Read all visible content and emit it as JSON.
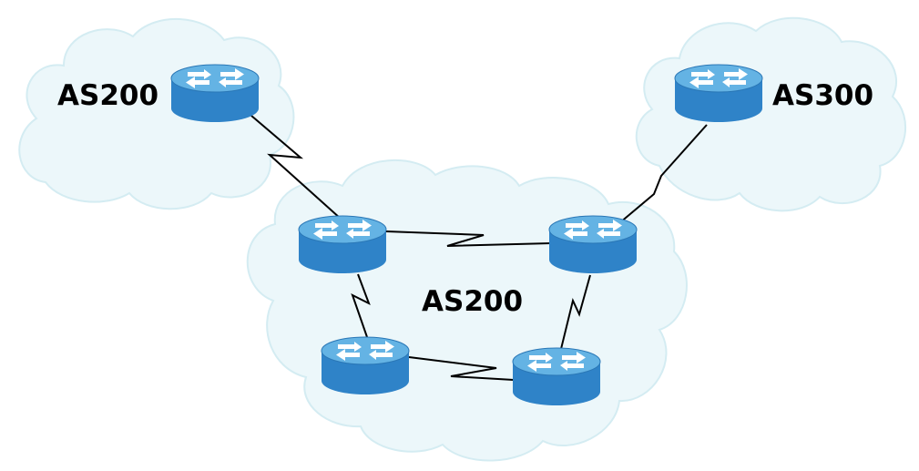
{
  "diagram": {
    "clouds": [
      {
        "id": "left-top",
        "label": "AS200"
      },
      {
        "id": "right-top",
        "label": "AS300"
      },
      {
        "id": "center",
        "label": "AS200"
      }
    ],
    "routers": [
      {
        "id": "r-as200-edge",
        "icon": "router-icon"
      },
      {
        "id": "r-as300-edge",
        "icon": "router-icon"
      },
      {
        "id": "r-core-top-left",
        "icon": "router-icon"
      },
      {
        "id": "r-core-top-right",
        "icon": "router-icon"
      },
      {
        "id": "r-core-bottom-left",
        "icon": "router-icon"
      },
      {
        "id": "r-core-bottom-right",
        "icon": "router-icon"
      }
    ],
    "links": [
      {
        "from": "r-as200-edge",
        "to": "r-core-top-left",
        "type": "serial"
      },
      {
        "from": "r-as300-edge",
        "to": "r-core-top-right",
        "type": "serial"
      },
      {
        "from": "r-core-top-left",
        "to": "r-core-top-right",
        "type": "serial"
      },
      {
        "from": "r-core-top-left",
        "to": "r-core-bottom-left",
        "type": "serial"
      },
      {
        "from": "r-core-bottom-left",
        "to": "r-core-bottom-right",
        "type": "serial"
      },
      {
        "from": "r-core-top-right",
        "to": "r-core-bottom-right",
        "type": "serial"
      }
    ],
    "colors": {
      "cloud_fill": "#ecf7fa",
      "cloud_stroke": "#d4ecf2",
      "router_body": "#2f83c8",
      "router_top": "#64b3e4",
      "link": "#000000"
    }
  }
}
